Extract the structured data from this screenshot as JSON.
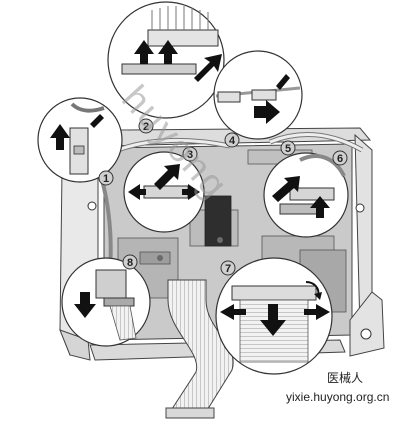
{
  "callouts": [
    "1",
    "2",
    "3",
    "4",
    "5",
    "6",
    "7",
    "8"
  ],
  "watermark": "huyong",
  "footer": {
    "site_name": "医械人",
    "site_url": "yixie.huyong.org.cn"
  },
  "colors": {
    "device_light": "#e6e6e6",
    "board": "#c9c9c9",
    "board_dark": "#9d9d9d",
    "arrow": "#111111",
    "outline": "#333333"
  }
}
